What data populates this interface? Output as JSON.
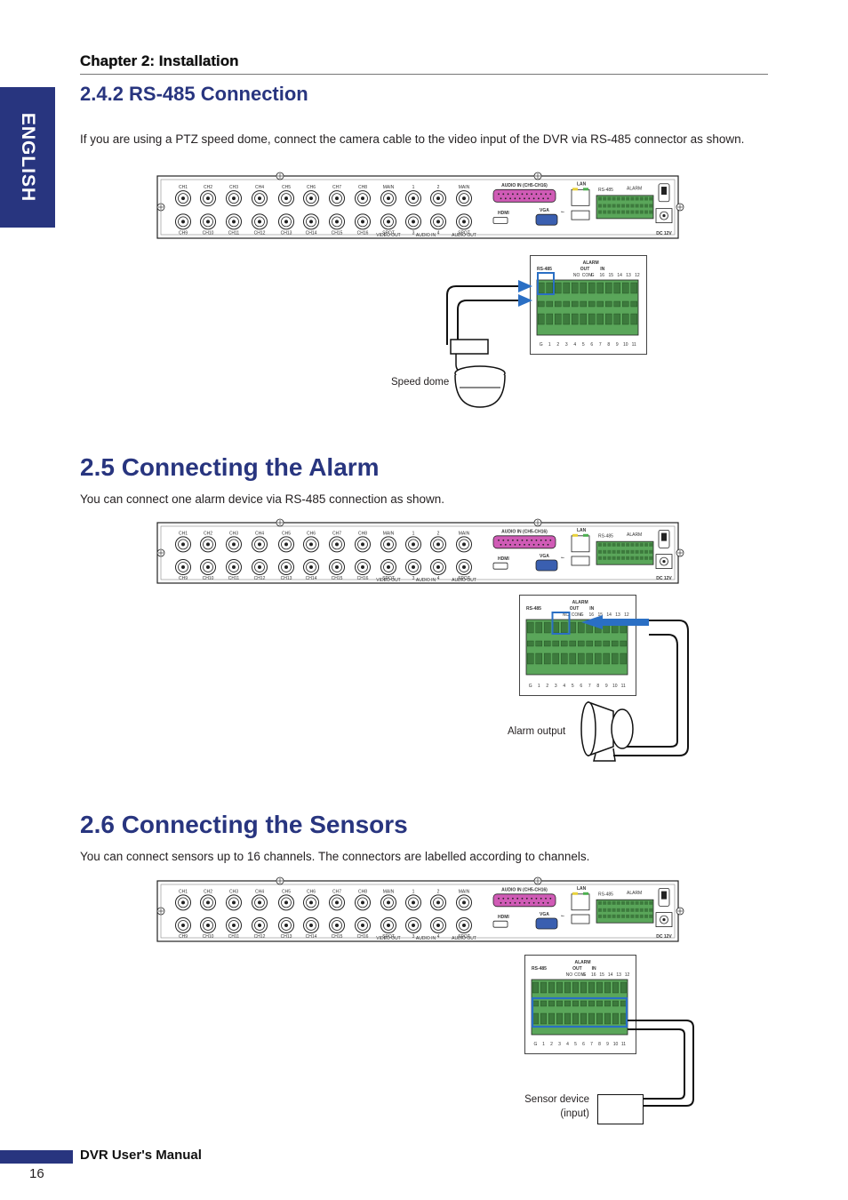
{
  "sidebar": {
    "tab_label": "ENGLISH"
  },
  "header": {
    "chapter": "Chapter 2: Installation"
  },
  "section_rs485": {
    "title": "2.4.2 RS-485 Connection",
    "text": "If you are using a PTZ speed dome, connect the camera cable to the video input of the DVR via RS-485 connector as shown.",
    "device_label": "Speed dome"
  },
  "section_alarm": {
    "title": "2.5 Connecting the Alarm",
    "text": "You can connect one alarm device via RS-485 connection as shown.",
    "device_label": "Alarm output"
  },
  "section_sensors": {
    "title": "2.6 Connecting the Sensors",
    "text": "You can connect sensors up to 16 channels. The connectors are labelled according to channels.",
    "device_label_line1": "Sensor device",
    "device_label_line2": "(input)"
  },
  "dvr_panel": {
    "top_channels": [
      "CH1",
      "CH2",
      "CH3",
      "CH4",
      "CH5",
      "CH6",
      "CH7",
      "CH8",
      "MAIN",
      "1",
      "2",
      "MAIN"
    ],
    "bottom_channels": [
      "CH9",
      "CH10",
      "CH11",
      "CH12",
      "CH13",
      "CH14",
      "CH15",
      "CH16",
      "SPOT",
      "3",
      "4",
      "SPOT"
    ],
    "video_out": "VIDEO OUT",
    "audio_in": "AUDIO IN",
    "audio_out": "AUDIO OUT",
    "audio_in_header": "AUDIO IN (CH5-CH16)",
    "hdmi": "HDMI",
    "vga": "VGA",
    "lan": "LAN",
    "rs485": "RS-485",
    "alarm": "ALARM",
    "out": "OUT",
    "in": "IN",
    "dc": "DC 12V"
  },
  "terminal_block": {
    "rs485": "RS-485",
    "alarm": "ALARM",
    "out": "OUT",
    "in": "IN",
    "top_numbers": [
      "NO",
      "COM",
      "G",
      "16",
      "15",
      "14",
      "13",
      "12"
    ],
    "bottom_numbers": [
      "G",
      "1",
      "2",
      "3",
      "4",
      "5",
      "6",
      "7",
      "8",
      "9",
      "10",
      "11"
    ]
  },
  "footer": {
    "title": "DVR User's Manual",
    "page": "16"
  },
  "colors": {
    "brand_blue": "#28357f",
    "terminal_green": "#5aa65a",
    "highlight_blue": "#2a6fc4"
  }
}
